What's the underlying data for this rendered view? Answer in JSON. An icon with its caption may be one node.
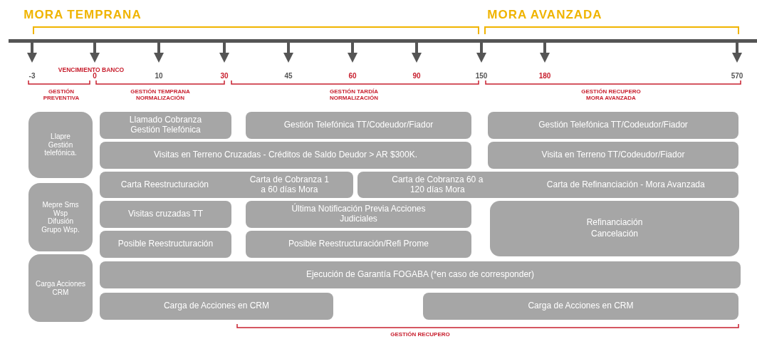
{
  "diagram": {
    "nodes": [
      {
        "text": [
          "Llapre Gestión telefónica."
        ]
      },
      {
        "text": [
          "Llamado Cobranza Gestión Telefónica"
        ]
      },
      {
        "text": [
          "Gestión Telefónica TT/Codeudor/Fiador"
        ]
      },
      {
        "text": [
          "Gestión Telefónica TT/Codeudor/Fiador"
        ]
      },
      {
        "text": [
          "Visitas en Terreno Cruzadas - Créditos de Saldo Deudor > AR $300K."
        ]
      },
      {
        "text": [
          "Visita en Terreno TT/Codeudor/Fiador"
        ]
      },
      {
        "text": [
          "Mepre Sms Wsp Difusión Grupo Wsp."
        ]
      },
      {
        "text": [
          "Carta Reestructuración",
          "Carta de Cobranza 1 a 60 días Mora"
        ]
      },
      {
        "text": [
          "Carta de Cobranza 60 a 120 días Mora",
          "Carta de Refinanciación - Mora Avanzada"
        ]
      },
      {
        "text": [
          "Visitas cruzadas TT"
        ]
      },
      {
        "text": [
          "Última Notificación Previa Acciones Judiciales"
        ]
      },
      {
        "text": [
          "Refinanciación",
          "Cancelación"
        ]
      },
      {
        "text": [
          "Posible Reestructuración"
        ]
      },
      {
        "text": [
          "Posible Reestructuración/Refi Prome"
        ]
      },
      {
        "text": [
          "Carga Acciones CRM"
        ]
      },
      {
        "text": [
          "Ejecución de Garantía FOGABA (*en caso de corresponder)"
        ]
      },
      {
        "text": [
          "Carga de Acciones en CRM"
        ]
      },
      {
        "text": [
          "Carga de Acciones en CRM"
        ]
      }
    ],
    "labels": [
      "MORA TEMPRANA",
      "MORA AVANZADA",
      "VENCIMIENTO BANCO",
      "-3",
      "0",
      "10",
      "30",
      "45",
      "60",
      "90",
      "150",
      "180",
      "570",
      "GESTIÓN PREVENTIVA",
      "GESTIÓN TEMPRANA NORMALIZACIÓN",
      "GESTIÓN TARDÍA NORMALIZACIÓN",
      "GESTIÓN RECUPERO MORA AVANZADA",
      "GESTIÓN RECUPERO"
    ]
  }
}
